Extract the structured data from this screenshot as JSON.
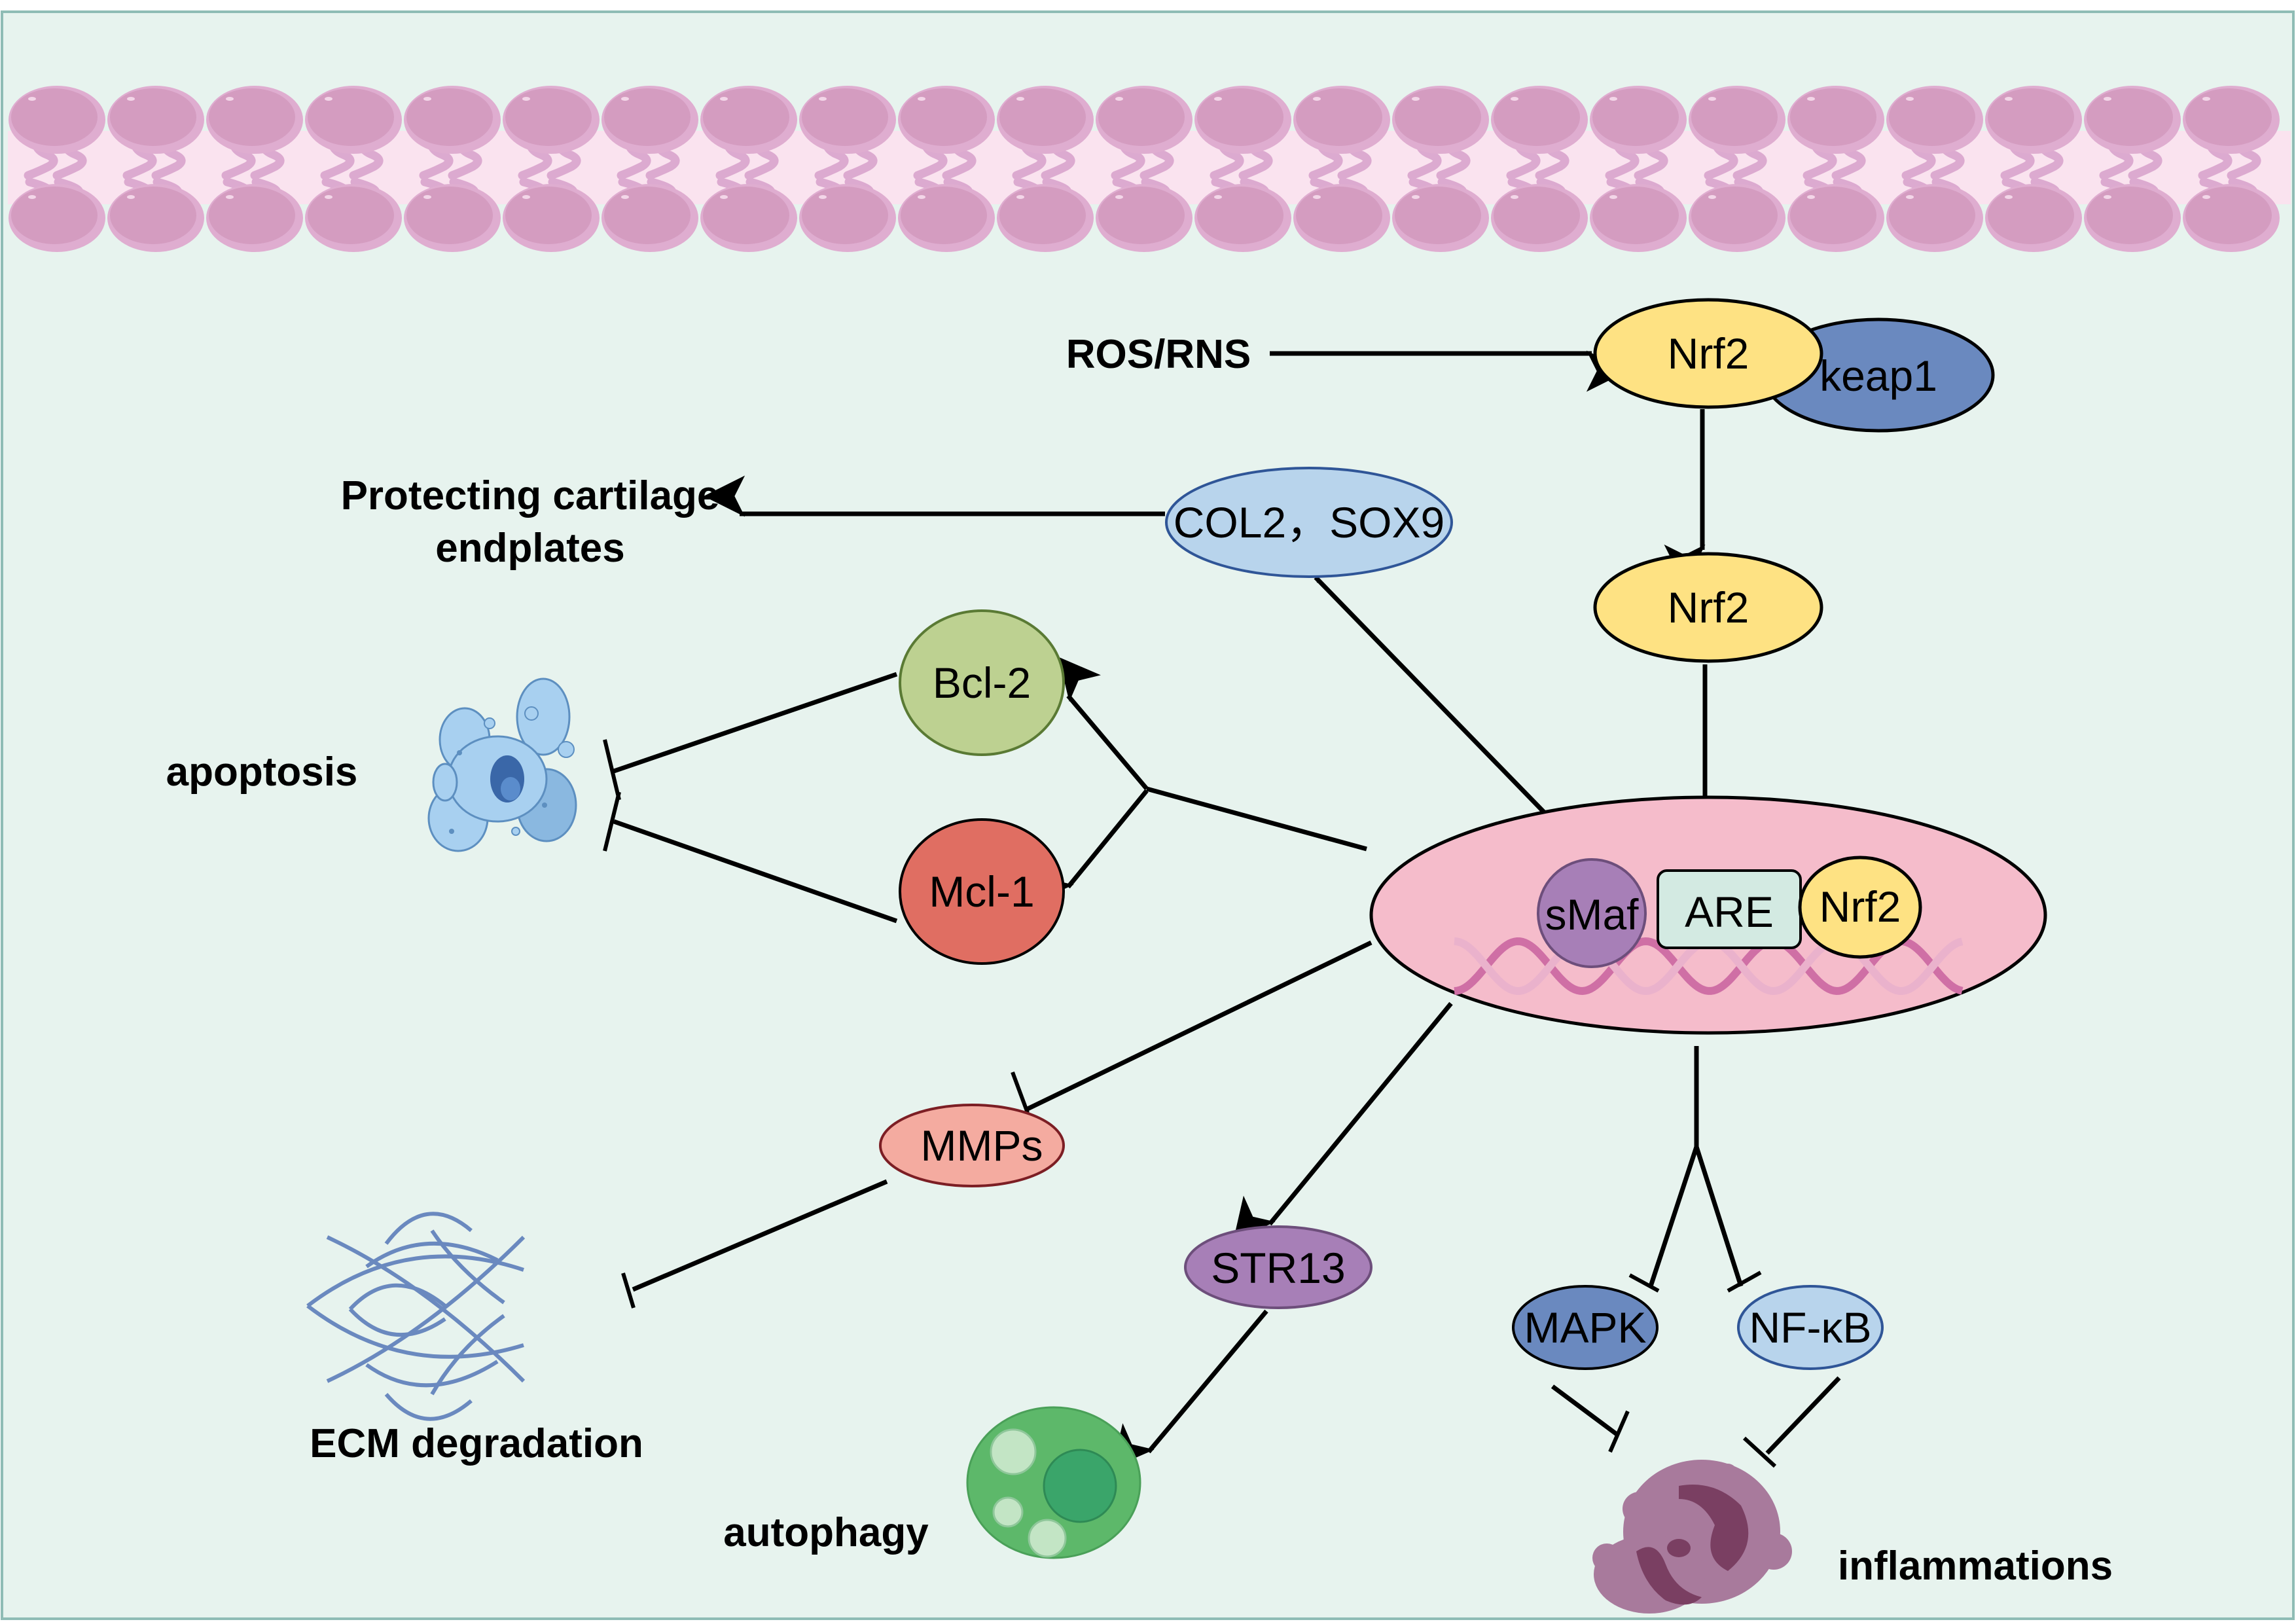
{
  "title": "Nrf2 signaling pathway in cartilage endplate protection",
  "colors": {
    "background": "#e7f3ee",
    "border": "#8fbcb5",
    "membrane_head": "#d49cc0",
    "membrane_head_rim": "#dfadd0",
    "membrane_band": "#fae3ef",
    "membrane_tail": "#dcaad0",
    "nrf2": "#fee283",
    "keap1": "#6a89bf",
    "col2_sox9": "#b8d4ec",
    "col2_sox9_stroke": "#2f5597",
    "bcl2": "#bdd191",
    "bcl2_stroke": "#5a7a34",
    "mcl1": "#e06e62",
    "nucleus": "#f5bccb",
    "smaf": "#a77fb7",
    "are": "#d3eae2",
    "mmps": "#f4aba0",
    "mmps_stroke": "#7c1e24",
    "str13": "#a77fb7",
    "mapk": "#6a89bf",
    "nfkb": "#b8d4ec",
    "dna_dark": "#cf6fa5",
    "dna_light": "#eab2cc"
  },
  "stimulus": {
    "label": "ROS/RNS"
  },
  "nodes": {
    "nrf2_complex": {
      "nrf2": "Nrf2",
      "keap1": "keap1"
    },
    "nrf2_free": "Nrf2",
    "col2_sox9": "COL2，SOX9",
    "bcl2": "Bcl-2",
    "mcl1": "Mcl-1",
    "nucleus": {
      "smaf": "sMaf",
      "are": "ARE",
      "nrf2": "Nrf2"
    },
    "mmps": "MMPs",
    "str13": "STR13",
    "mapk": "MAPK",
    "nfkb": "NF-κB"
  },
  "outcomes": {
    "cartilage_line1": "Protecting cartilage",
    "cartilage_line2": "endplates",
    "apoptosis": "apoptosis",
    "ecm": "ECM degradation",
    "autophagy": "autophagy",
    "inflammation": "inflammations"
  },
  "edges": [
    {
      "from": "ROS/RNS",
      "to": "Nrf2-keap1",
      "type": "activation"
    },
    {
      "from": "Nrf2-keap1",
      "to": "Nrf2",
      "type": "activation"
    },
    {
      "from": "Nrf2",
      "to": "nucleus",
      "type": "activation"
    },
    {
      "from": "nucleus",
      "to": "COL2，SOX9",
      "type": "activation"
    },
    {
      "from": "COL2，SOX9",
      "to": "Protecting cartilage endplates",
      "type": "activation"
    },
    {
      "from": "nucleus",
      "to": "Bcl-2",
      "type": "activation"
    },
    {
      "from": "nucleus",
      "to": "Mcl-1",
      "type": "activation"
    },
    {
      "from": "Bcl-2",
      "to": "apoptosis",
      "type": "inhibition"
    },
    {
      "from": "Mcl-1",
      "to": "apoptosis",
      "type": "inhibition"
    },
    {
      "from": "nucleus",
      "to": "MMPs",
      "type": "inhibition"
    },
    {
      "from": "MMPs",
      "to": "ECM degradation",
      "type": "inhibition"
    },
    {
      "from": "nucleus",
      "to": "STR13",
      "type": "activation"
    },
    {
      "from": "STR13",
      "to": "autophagy",
      "type": "activation"
    },
    {
      "from": "nucleus",
      "to": "MAPK",
      "type": "inhibition"
    },
    {
      "from": "nucleus",
      "to": "NF-κB",
      "type": "inhibition"
    },
    {
      "from": "MAPK",
      "to": "inflammations",
      "type": "inhibition"
    },
    {
      "from": "NF-κB",
      "to": "inflammations",
      "type": "inhibition"
    }
  ]
}
